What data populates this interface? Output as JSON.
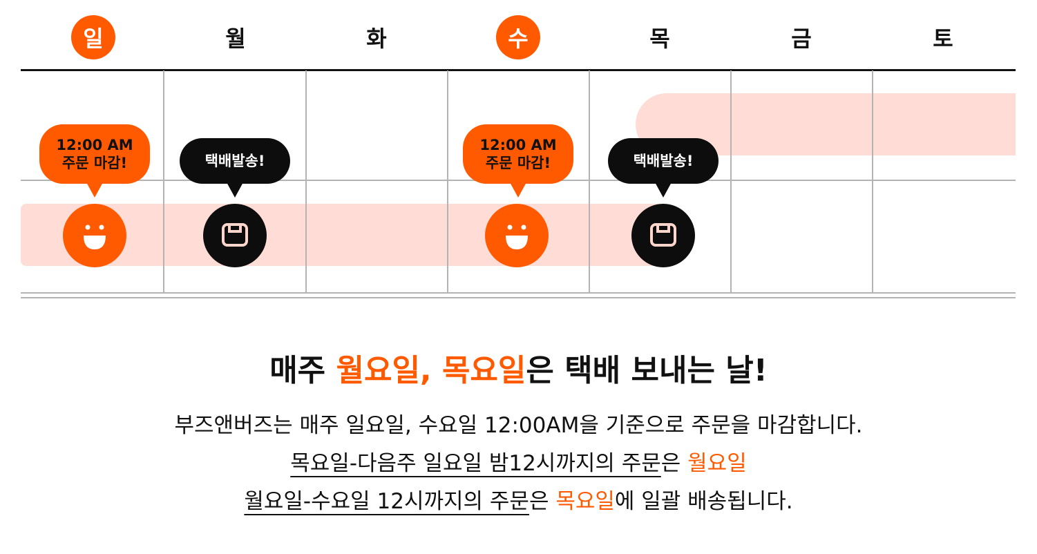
{
  "days": [
    "일",
    "월",
    "화",
    "수",
    "목",
    "금",
    "토"
  ],
  "bubbles": {
    "deadline_time": "12:00 AM",
    "deadline_text": "주문 마감!",
    "ship_text": "택배발송!"
  },
  "icons": {
    "smile": "smile-face-icon",
    "box": "package-box-icon"
  },
  "colors": {
    "accent": "#ff5a00",
    "band": "#ffdcd6",
    "dark": "#0d0d0d"
  },
  "headline": {
    "prefix": "매주 ",
    "highlight": "월요일, 목요일",
    "suffix": "은 택배 보내는 날!"
  },
  "description": {
    "line1": "부즈앤버즈는 매주 일요일, 수요일 12:00AM을 기준으로 주문을 마감합니다.",
    "line2_underlined": "목요일-다음주 일요일 밤12시까지의 주문",
    "line2_mid": "은 ",
    "line2_highlight": "월요일",
    "line3_underlined": "월요일-수요일 12시까지의 주문",
    "line3_mid": "은 ",
    "line3_highlight": "목요일",
    "line3_suffix": "에 일괄 배송됩니다."
  }
}
